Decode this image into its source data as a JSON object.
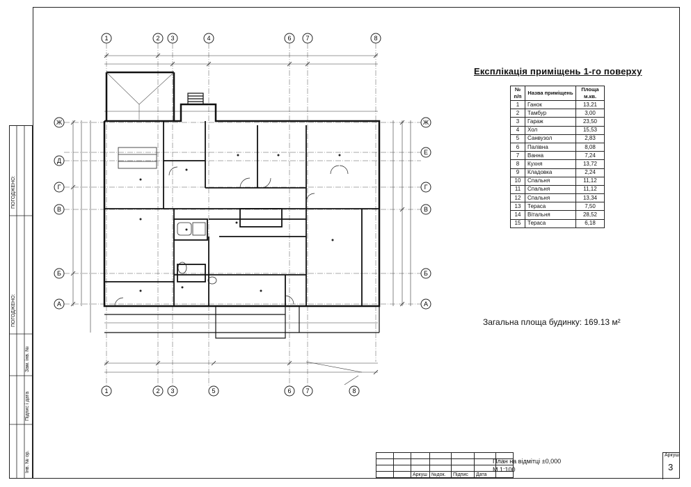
{
  "axes_numbers": [
    "1",
    "2",
    "3",
    "4",
    "5",
    "6",
    "7",
    "8"
  ],
  "axes_letters": [
    "Ж",
    "Е",
    "Д",
    "Г",
    "В",
    "Б",
    "А"
  ],
  "explication": {
    "title": "Експлікація приміщень 1-го поверху",
    "headers": [
      "№ п/п",
      "Назва приміщень",
      "Площа м.кв."
    ],
    "rows": [
      {
        "n": "1",
        "name": "Ганок",
        "area": "13,21"
      },
      {
        "n": "2",
        "name": "Тамбур",
        "area": "3,00"
      },
      {
        "n": "3",
        "name": "Гараж",
        "area": "23,50"
      },
      {
        "n": "4",
        "name": "Хол",
        "area": "15,53"
      },
      {
        "n": "5",
        "name": "Санвузол",
        "area": "2,83"
      },
      {
        "n": "6",
        "name": "Палівна",
        "area": "8,08"
      },
      {
        "n": "7",
        "name": "Ванна",
        "area": "7,24"
      },
      {
        "n": "8",
        "name": "Кухня",
        "area": "13,72"
      },
      {
        "n": "9",
        "name": "Кладовка",
        "area": "2,24"
      },
      {
        "n": "10",
        "name": "Спальня",
        "area": "11,12"
      },
      {
        "n": "11",
        "name": "Спальня",
        "area": "11,12"
      },
      {
        "n": "12",
        "name": "Спальня",
        "area": "13,34"
      },
      {
        "n": "13",
        "name": "Тераса",
        "area": "7,50"
      },
      {
        "n": "14",
        "name": "Вітальня",
        "area": "28,52"
      },
      {
        "n": "15",
        "name": "Тераса",
        "area": "6,18"
      }
    ]
  },
  "total_area": "Загальна площа будинку: 169.13 м²",
  "stamp": {
    "columns": [
      "Аркуш",
      "№док.",
      "Підпис",
      "Дата"
    ],
    "title_line1": "План на відмітці ±0,000",
    "title_line2": "М 1:100",
    "sheet_label": "Аркуш",
    "sheet_number": "3"
  },
  "side_strip": [
    "ПОГОДЖЕНО:",
    "ПОГОДЖЕНО:",
    "Зам. інв. №",
    "Підпис і дата",
    "Інв. № ор."
  ]
}
